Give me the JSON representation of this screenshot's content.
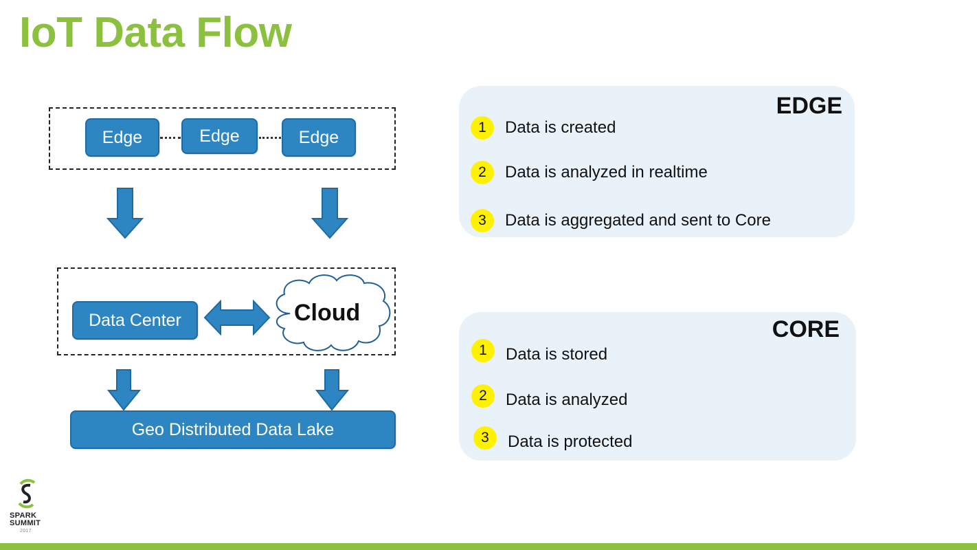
{
  "slide": {
    "title": "IoT Data Flow"
  },
  "diagram": {
    "edge_nodes": [
      "Edge",
      "Edge",
      "Edge"
    ],
    "data_center": "Data Center",
    "cloud": "Cloud",
    "data_lake": "Geo Distributed Data Lake"
  },
  "panels": {
    "edge": {
      "title": "EDGE",
      "items": [
        {
          "num": "1",
          "text": "Data is created"
        },
        {
          "num": "2",
          "text": "Data is analyzed in realtime"
        },
        {
          "num": "3",
          "text": "Data is aggregated and sent to Core"
        }
      ]
    },
    "core": {
      "title": "CORE",
      "items": [
        {
          "num": "1",
          "text": "Data is stored"
        },
        {
          "num": "2",
          "text": "Data is analyzed"
        },
        {
          "num": "3",
          "text": "Data is protected"
        }
      ]
    }
  },
  "logo": {
    "line1": "SPARK",
    "line2": "SUMMIT",
    "year": "2017"
  },
  "colors": {
    "accent_green": "#8cc03f",
    "node_blue": "#2d86c2",
    "badge_yellow": "#fff200",
    "panel_bg": "#eaf2f9"
  }
}
